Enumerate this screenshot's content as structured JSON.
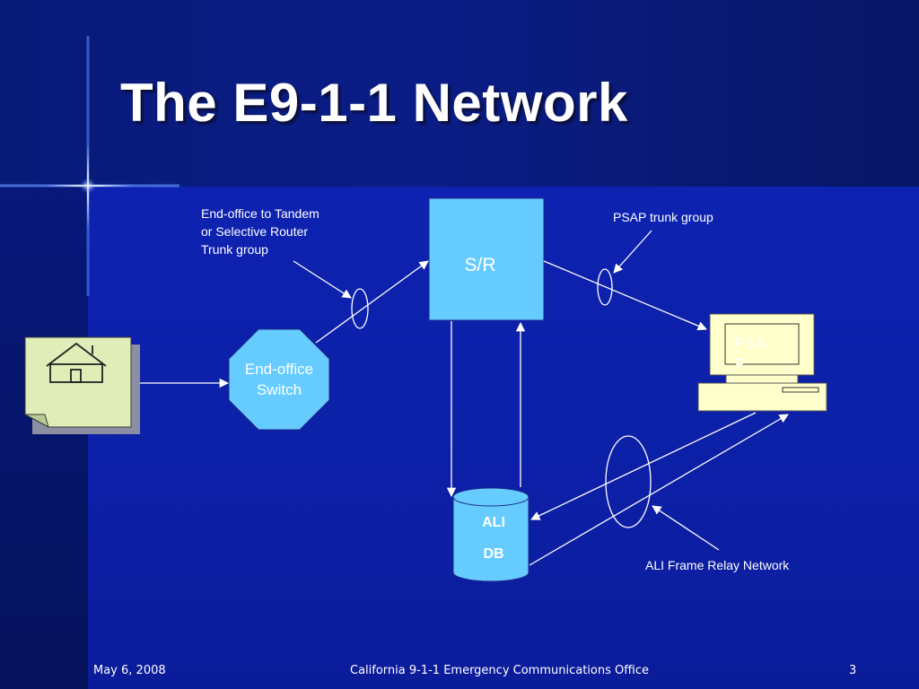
{
  "slide": {
    "title": "The E9-1-1 Network"
  },
  "diagram": {
    "labels": {
      "end_office_trunk_line1": "End-office to Tandem",
      "end_office_trunk_line2": "or Selective Router",
      "end_office_trunk_line3": "Trunk group",
      "psap_trunk": "PSAP trunk group",
      "ali_frame_relay": "ALI Frame Relay Network"
    },
    "nodes": {
      "selective_router": "S/R",
      "end_office_line1": "End-office",
      "end_office_line2": "Switch",
      "psap_line1": "PSA",
      "psap_line2": "P",
      "ali_db_line1": "ALI",
      "ali_db_line2": "DB"
    }
  },
  "footer": {
    "date": "May 6, 2008",
    "organization": "California 9-1-1 Emergency Communications Office",
    "page_number": "3"
  },
  "colors": {
    "node_fill": "#66ccff",
    "house_fill": "#e0edb8",
    "psap_fill": "#ffffcc",
    "background": "#0c1fa6",
    "text": "#ffffff"
  }
}
